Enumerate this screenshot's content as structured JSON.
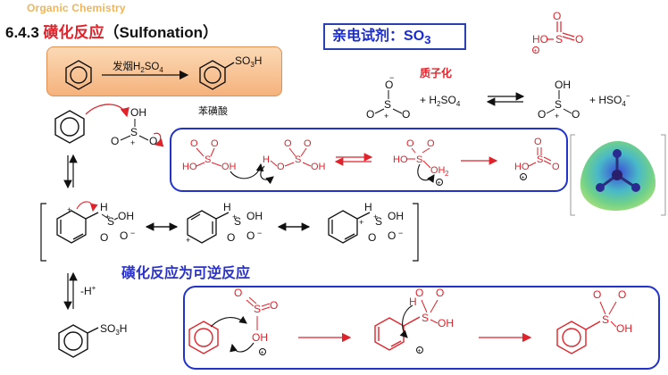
{
  "header": {
    "course": "Organic Chemistry",
    "section_number": "6.4.3",
    "section_title_cn": "磺化反应",
    "section_title_en": "（Sulfonation）"
  },
  "reagent": {
    "label": "亲电试剂：",
    "formula": "SO",
    "subscript": "3"
  },
  "overall_reaction": {
    "reagent": "发烟H",
    "reagent_sub": "2",
    "reagent_tail": "SO",
    "reagent_sub2": "4",
    "product_name": "苯磺酸"
  },
  "so3_protonation": {
    "title": "质子化",
    "plus": "+ H",
    "h2so4_sub": "2",
    "h2so4_tail": "SO",
    "h2so4_sub2": "4",
    "hso4": "+ HSO",
    "hso4_sub": "4",
    "hso4_sup": "−"
  },
  "notes": {
    "reversible": "磺化反应为可逆反应"
  },
  "deprotonation_label": "-H",
  "deprotonation_sup": "+",
  "product_formula": "SO",
  "product_sub": "3",
  "product_tail": "H",
  "colors": {
    "accent_red": "#e0222a",
    "box_blue": "#2233cc",
    "orange": "#f5b27c"
  }
}
